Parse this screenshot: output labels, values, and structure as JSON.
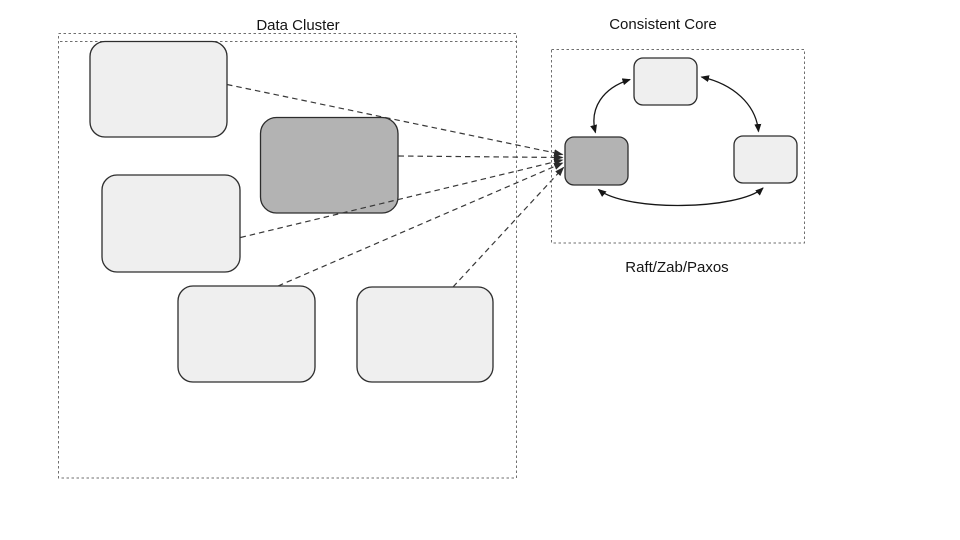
{
  "canvas": {
    "background": "#ffffff"
  },
  "colors": {
    "node_fill_light": "#efefef",
    "node_fill_dark": "#b3b3b3",
    "node_stroke": "#2d2d2d",
    "container_stroke": "#6f6f6f",
    "connector_color": "#383838",
    "arrow_color": "#161616",
    "label_color": "#141414"
  },
  "data_cluster": {
    "label": "Data Cluster"
  },
  "consistent_core": {
    "label": "Consistent Core",
    "caption": "Raft/Zab/Paxos"
  }
}
